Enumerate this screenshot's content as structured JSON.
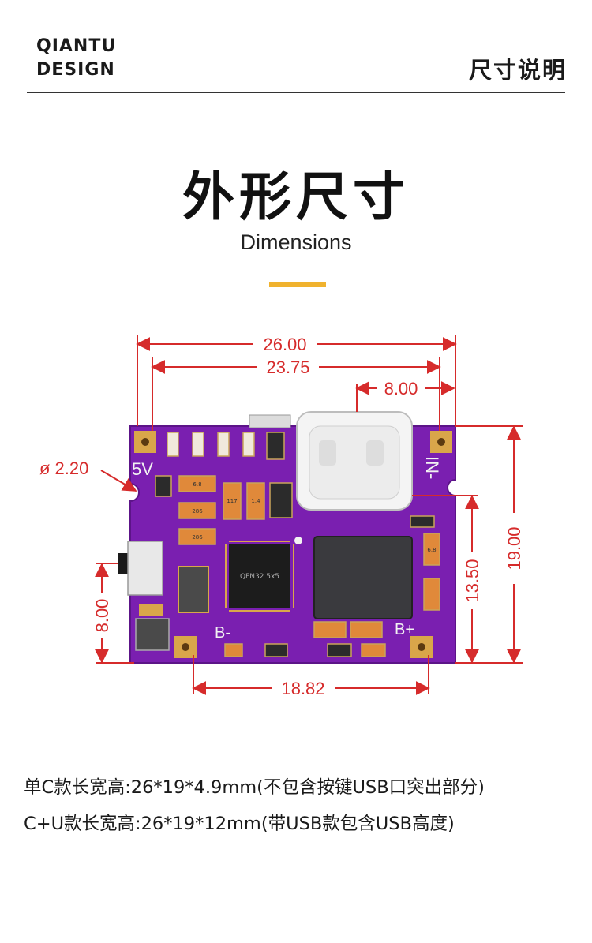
{
  "header": {
    "brand_line1": "QIANTU",
    "brand_line2": "DESIGN",
    "section": "尺寸说明"
  },
  "title": {
    "main": "外形尺寸",
    "sub": "Dimensions",
    "accent_color": "#f0b22e"
  },
  "board": {
    "pcb_color": "#7a1fb0",
    "pad_color": "#d9a64a",
    "dimension_color": "#d62b2b",
    "silkscreen": {
      "label_5v": "5V",
      "label_in": "IN-",
      "label_b_minus": "B-",
      "label_b_plus": "B+",
      "chip_marking": "QFN32 5x5",
      "res_labels": [
        "6.8",
        "286",
        "286",
        "117",
        "1.4",
        "6.8"
      ]
    },
    "dimensions": {
      "overall_width": "26.00",
      "hole_spacing": "23.75",
      "usb_offset": "8.00",
      "hole_diameter": "ø 2.20",
      "height": "19.00",
      "inner_height": "13.50",
      "left_height": "8.00",
      "bottom_width": "18.82"
    }
  },
  "specs": [
    "单C款长宽高:26*19*4.9mm(不包含按键USB口突出部分)",
    "C+U款长宽高:26*19*12mm(带USB款包含USB高度)"
  ]
}
